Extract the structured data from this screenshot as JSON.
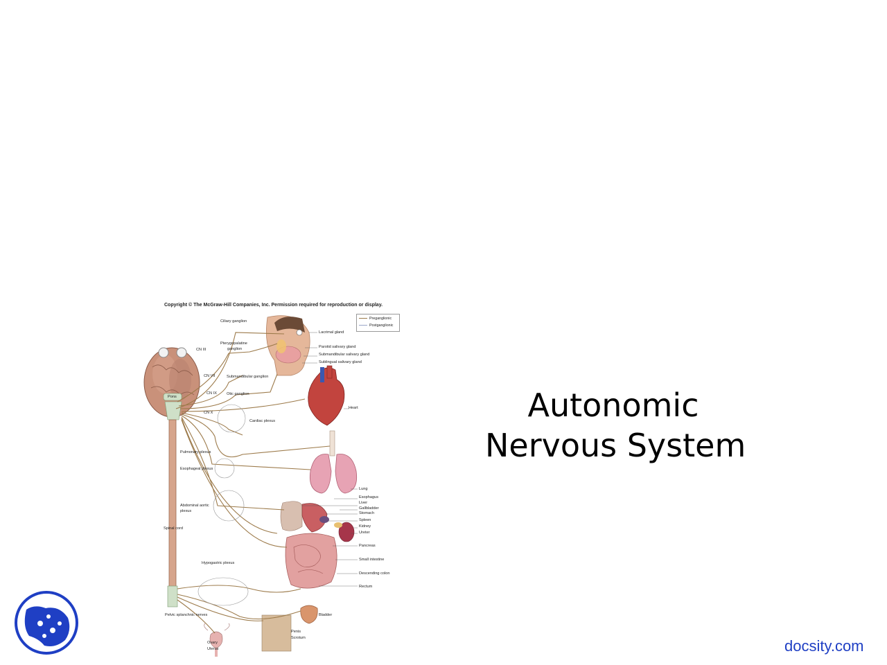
{
  "slide": {
    "title_line1": "Autonomic",
    "title_line2": "Nervous System"
  },
  "figure": {
    "copyright": "Copyright © The McGraw-Hill Companies, Inc. Permission required for reproduction or display.",
    "legend": {
      "preganglionic": "Preganglionic",
      "postganglionic": "Postganglionic"
    },
    "labels": {
      "ciliary_ganglion": "Ciliary ganglion",
      "lacrimal_gland": "Lacrimal gland",
      "cn_iii": "CN III",
      "pterygopalatine_1": "Pterygopalatine",
      "pterygopalatine_2": "ganglion",
      "parotid": "Parotid salivary gland",
      "submandibular_gland": "Submandibular salivary gland",
      "sublingual": "Sublingual salivary gland",
      "cn_vii": "CN VII",
      "submandibular_ganglion": "Submandibular ganglion",
      "pons": "Pons",
      "cn_ix": "CN IX",
      "otic_ganglion": "Otic ganglion",
      "heart": "Heart",
      "cn_x": "CN X",
      "cardiac_plexus": "Cardiac plexus",
      "pulmonary_plexus": "Pulmonary plexus",
      "esophageal_plexus": "Esophageal plexus",
      "lung": "Lung",
      "esophagus": "Esophagus",
      "liver": "Liver",
      "abdominal_aortic_1": "Abdominal aortic",
      "abdominal_aortic_2": "plexus",
      "gallbladder": "Gallbladder",
      "stomach": "Stomach",
      "spleen": "Spleen",
      "kidney": "Kidney",
      "spinal_cord": "Spinal cord",
      "ureter": "Ureter",
      "pancreas": "Pancreas",
      "small_intestine": "Small intestine",
      "hypogastric_plexus": "Hypogastric plexus",
      "descending_colon": "Descending colon",
      "rectum": "Rectum",
      "pelvic_splanchnic": "Pelvic splanchnic nerves",
      "bladder": "Bladder",
      "penis": "Penis",
      "scrotum": "Scrotum",
      "ovary": "Ovary",
      "uterus": "Uterus"
    }
  },
  "brand": {
    "text": "docsity.com",
    "color": "#1f3fc4"
  },
  "logo": {
    "icon": "docsity-logo-icon",
    "color": "#1f3fc4"
  },
  "colors": {
    "nerve": "#9c7a4a",
    "brain": "#c9917a",
    "organ": "#d9877d"
  }
}
